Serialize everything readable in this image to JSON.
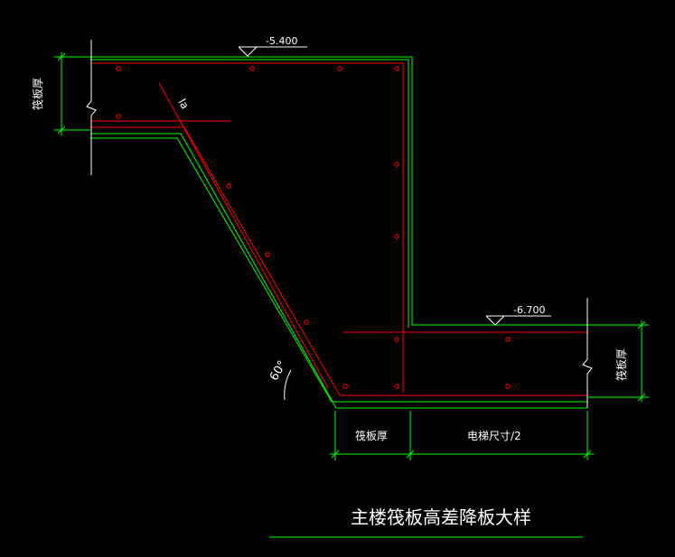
{
  "colors": {
    "background": "#000000",
    "outline": "#00ff00",
    "rebar": "#ff0000",
    "dimension": "#ffffff",
    "elevation_text": "#ffffff",
    "title_text": "#ffffff"
  },
  "labels": {
    "elevation_top": "-5.400",
    "elevation_bottom": "-6.700",
    "raft_thickness_left": "筏板厚",
    "raft_thickness_right": "筏板厚",
    "raft_thickness_bottom": "筏板厚",
    "elevator_half": "电梯尺寸/2",
    "anchorage": "la",
    "angle": "60°",
    "title": "主楼筏板高差降板大样"
  }
}
